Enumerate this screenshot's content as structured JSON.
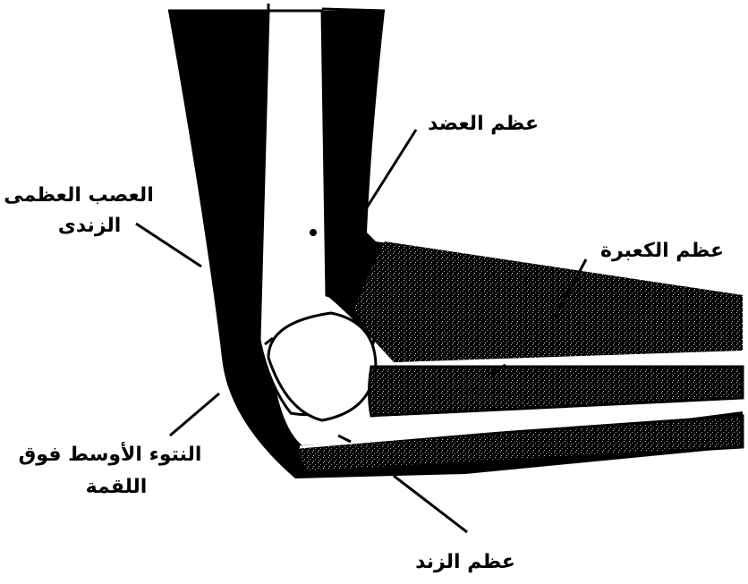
{
  "labels": {
    "humerus": "عظم العضد",
    "ulnar_nerve_line1": "العصب العظمى",
    "ulnar_nerve_line2": "الزندى",
    "radius": "عظم الكعبرة",
    "epicondyle_line1": "النتوء الأوسط فوق",
    "epicondyle_line2": "اللقمة",
    "ulna": "عظم الزند"
  },
  "colors": {
    "ink": "#000000",
    "paper": "#ffffff",
    "bone_texture": "#444444"
  }
}
